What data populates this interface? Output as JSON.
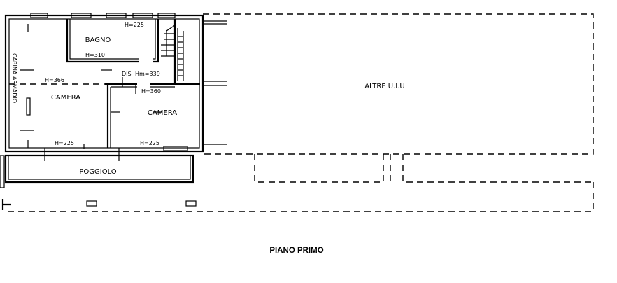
{
  "rooms": {
    "bagno": "BAGNO",
    "camera_left": "CAMERA",
    "camera_right": "CAMERA",
    "cabina_armadio": "CABINA ARMADIO",
    "dis": "DIS",
    "poggiolo": "POGGIOLO",
    "altre_ui": "ALTRE U.I.U"
  },
  "heights": {
    "bagno": "H=225",
    "h310": "H=310",
    "h366": "H=366",
    "hm339": "Hm=339",
    "h360": "H=360",
    "camera_left_bottom": "H=225",
    "camera_right_bottom": "H=225"
  },
  "footer": {
    "floor_title": "PIANO PRIMO"
  }
}
